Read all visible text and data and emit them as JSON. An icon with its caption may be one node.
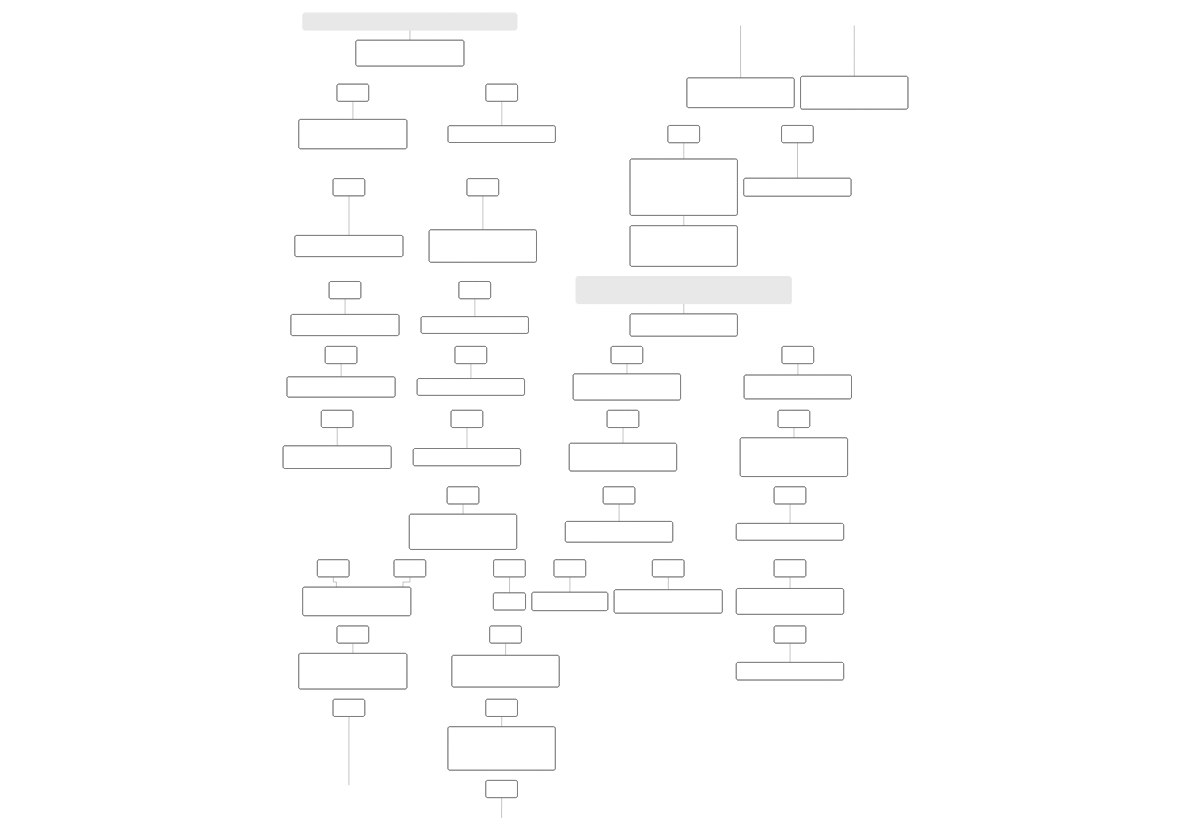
{
  "diagram": {
    "nodes": [
      {
        "text": [],
        "shape": "bar"
      },
      {
        "text": [],
        "shape": "box"
      },
      {
        "text": [],
        "shape": "box"
      },
      {
        "text": [],
        "shape": "box"
      },
      {
        "text": [],
        "shape": "box"
      },
      {
        "text": [],
        "shape": "box"
      },
      {
        "text": [],
        "shape": "box"
      },
      {
        "text": [],
        "shape": "box"
      },
      {
        "text": [],
        "shape": "box"
      },
      {
        "text": [],
        "shape": "box"
      },
      {
        "text": [],
        "shape": "box"
      },
      {
        "text": [],
        "shape": "box"
      },
      {
        "text": [],
        "shape": "box"
      },
      {
        "text": [],
        "shape": "box"
      },
      {
        "text": [],
        "shape": "box"
      },
      {
        "text": [],
        "shape": "box"
      },
      {
        "text": [],
        "shape": "box"
      },
      {
        "text": [],
        "shape": "box"
      },
      {
        "text": [],
        "shape": "box"
      },
      {
        "text": [],
        "shape": "box"
      },
      {
        "text": [],
        "shape": "box"
      },
      {
        "text": [],
        "shape": "box"
      },
      {
        "text": [],
        "shape": "box"
      },
      {
        "text": [],
        "shape": "box"
      },
      {
        "text": [],
        "shape": "box"
      },
      {
        "text": [],
        "shape": "box"
      },
      {
        "text": [],
        "shape": "box"
      },
      {
        "text": [],
        "shape": "box"
      },
      {
        "text": [],
        "shape": "box"
      },
      {
        "text": [],
        "shape": "box"
      },
      {
        "text": [],
        "shape": "box"
      },
      {
        "text": [],
        "shape": "box"
      },
      {
        "text": [],
        "shape": "box"
      },
      {
        "text": [],
        "shape": "box"
      },
      {
        "text": [],
        "shape": "box"
      },
      {
        "text": [],
        "shape": "box"
      },
      {
        "text": [],
        "shape": "box"
      },
      {
        "text": [],
        "shape": "box"
      },
      {
        "text": [],
        "shape": "box"
      },
      {
        "text": [],
        "shape": "box"
      },
      {
        "text": [],
        "shape": "box"
      },
      {
        "text": [],
        "shape": "box"
      },
      {
        "text": [],
        "shape": "box"
      },
      {
        "text": [],
        "shape": "box"
      },
      {
        "text": [],
        "shape": "bar"
      },
      {
        "text": [],
        "shape": "box"
      },
      {
        "text": [],
        "shape": "box"
      },
      {
        "text": [],
        "shape": "box"
      },
      {
        "text": [],
        "shape": "box"
      },
      {
        "text": [],
        "shape": "box"
      },
      {
        "text": [],
        "shape": "box"
      },
      {
        "text": [],
        "shape": "box"
      },
      {
        "text": [],
        "shape": "box"
      },
      {
        "text": [],
        "shape": "box"
      },
      {
        "text": [],
        "shape": "box"
      },
      {
        "text": [],
        "shape": "box"
      },
      {
        "text": [],
        "shape": "box"
      },
      {
        "text": [],
        "shape": "box"
      },
      {
        "text": [],
        "shape": "box"
      },
      {
        "text": [],
        "shape": "box"
      },
      {
        "text": [],
        "shape": "box"
      },
      {
        "text": [],
        "shape": "box"
      },
      {
        "text": [],
        "shape": "box"
      },
      {
        "text": [],
        "shape": "box"
      },
      {
        "text": [],
        "shape": "box"
      },
      {
        "text": [],
        "shape": "box"
      }
    ],
    "edges": [
      {
        "from": 0,
        "to": 1,
        "arrow": "none"
      },
      {
        "from": 3,
        "to": 4,
        "arrow": "none"
      },
      {
        "from": 2,
        "to": 5,
        "arrow": "none"
      },
      {
        "from": 7,
        "to": 8,
        "arrow": "none"
      },
      {
        "from": 6,
        "to": 9,
        "arrow": "none"
      },
      {
        "from": 11,
        "to": 12,
        "arrow": "none"
      },
      {
        "from": 10,
        "to": 13,
        "arrow": "none"
      },
      {
        "from": 15,
        "to": 16,
        "arrow": "none"
      },
      {
        "from": 14,
        "to": 17,
        "arrow": "none"
      },
      {
        "from": 19,
        "to": 20,
        "arrow": "none"
      },
      {
        "from": 18,
        "to": 21,
        "arrow": "none"
      },
      {
        "from": 23,
        "to": 24,
        "arrow": "none"
      },
      {
        "from": 22,
        "to": 28,
        "arrow": "none"
      },
      {
        "from": 25,
        "to": 28,
        "arrow": "none"
      },
      {
        "from": 26,
        "to": 27,
        "arrow": "none"
      },
      {
        "from": 30,
        "to": 31,
        "arrow": "none"
      },
      {
        "from": 29,
        "to": 32,
        "arrow": "none"
      },
      {
        "from": 34,
        "to": 35,
        "arrow": "none"
      },
      {
        "from": 33,
        "to": null,
        "arrow": "none"
      },
      {
        "from": 36,
        "to": null,
        "arrow": "none"
      },
      {
        "from": null,
        "to": 37,
        "arrow": "none"
      },
      {
        "from": null,
        "to": 38,
        "arrow": "none"
      },
      {
        "from": 40,
        "to": 41,
        "arrow": "none"
      },
      {
        "from": 39,
        "to": 42,
        "arrow": "none"
      },
      {
        "from": 42,
        "to": 43,
        "arrow": "none"
      },
      {
        "from": 44,
        "to": 45,
        "arrow": "none"
      },
      {
        "from": 47,
        "to": 48,
        "arrow": "none"
      },
      {
        "from": 46,
        "to": 49,
        "arrow": "none"
      },
      {
        "from": 51,
        "to": 52,
        "arrow": "none"
      },
      {
        "from": 50,
        "to": 53,
        "arrow": "none"
      },
      {
        "from": 55,
        "to": 56,
        "arrow": "none"
      },
      {
        "from": 57,
        "to": 61,
        "arrow": "none"
      },
      {
        "from": 54,
        "to": 58,
        "arrow": "none"
      },
      {
        "from": 62,
        "to": 64,
        "arrow": "none"
      },
      {
        "from": 59,
        "to": 63,
        "arrow": "none"
      },
      {
        "from": 60,
        "to": 65,
        "arrow": "none"
      }
    ]
  }
}
